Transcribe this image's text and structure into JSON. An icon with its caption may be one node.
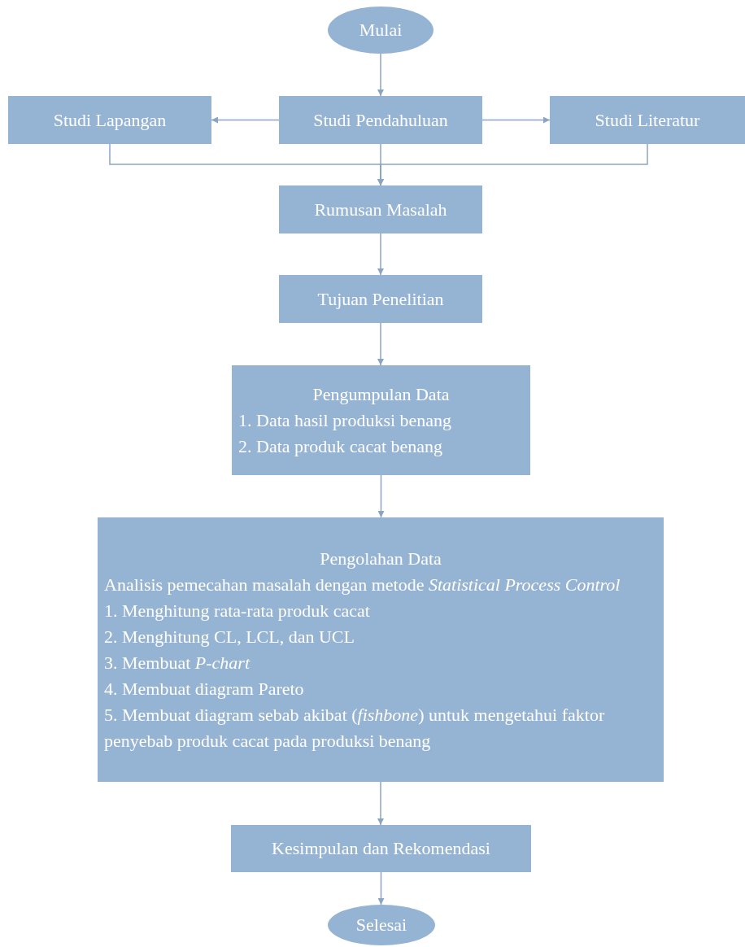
{
  "diagram": {
    "nodes": [
      {
        "text": [
          "Mulai"
        ]
      },
      {
        "text": [
          "Studi Lapangan"
        ]
      },
      {
        "text": [
          "Studi Pendahuluan"
        ]
      },
      {
        "text": [
          "Studi Literatur"
        ]
      },
      {
        "text": [
          "Rumusan Masalah"
        ]
      },
      {
        "text": [
          "Tujuan Penelitian"
        ]
      },
      {
        "text": [
          "Pengumpulan Data",
          "1. Data hasil produksi benang",
          "2. Data produk cacat benang"
        ]
      },
      {
        "text": [
          "Pengolahan Data",
          "Analisis pemecahan masalah dengan metode *Statistical Process Control*",
          "1. Menghitung rata-rata produk cacat",
          "2. Menghitung CL, LCL, dan UCL",
          "3. Membuat *P-chart*",
          "4. Membuat diagram Pareto",
          "5. Membuat diagram sebab akibat (*fishbone*) untuk mengetahui faktor penyebab produk cacat pada produksi benang"
        ]
      },
      {
        "text": [
          "Kesimpulan dan Rekomendasi"
        ]
      },
      {
        "text": [
          "Selesai"
        ]
      }
    ],
    "edges": [
      {
        "from": 0,
        "to": 2,
        "arrow": "to"
      },
      {
        "from": 2,
        "to": 1,
        "arrow": "to"
      },
      {
        "from": 2,
        "to": 3,
        "arrow": "to"
      },
      {
        "from": 1,
        "to": 4,
        "arrow": "to"
      },
      {
        "from": 3,
        "to": 4,
        "arrow": "to"
      },
      {
        "from": 2,
        "to": 4,
        "arrow": "to"
      },
      {
        "from": 4,
        "to": 5,
        "arrow": "to"
      },
      {
        "from": 5,
        "to": 6,
        "arrow": "to"
      },
      {
        "from": 6,
        "to": 7,
        "arrow": "to"
      },
      {
        "from": 7,
        "to": 8,
        "arrow": "to"
      },
      {
        "from": 8,
        "to": 9,
        "arrow": "to"
      }
    ]
  }
}
